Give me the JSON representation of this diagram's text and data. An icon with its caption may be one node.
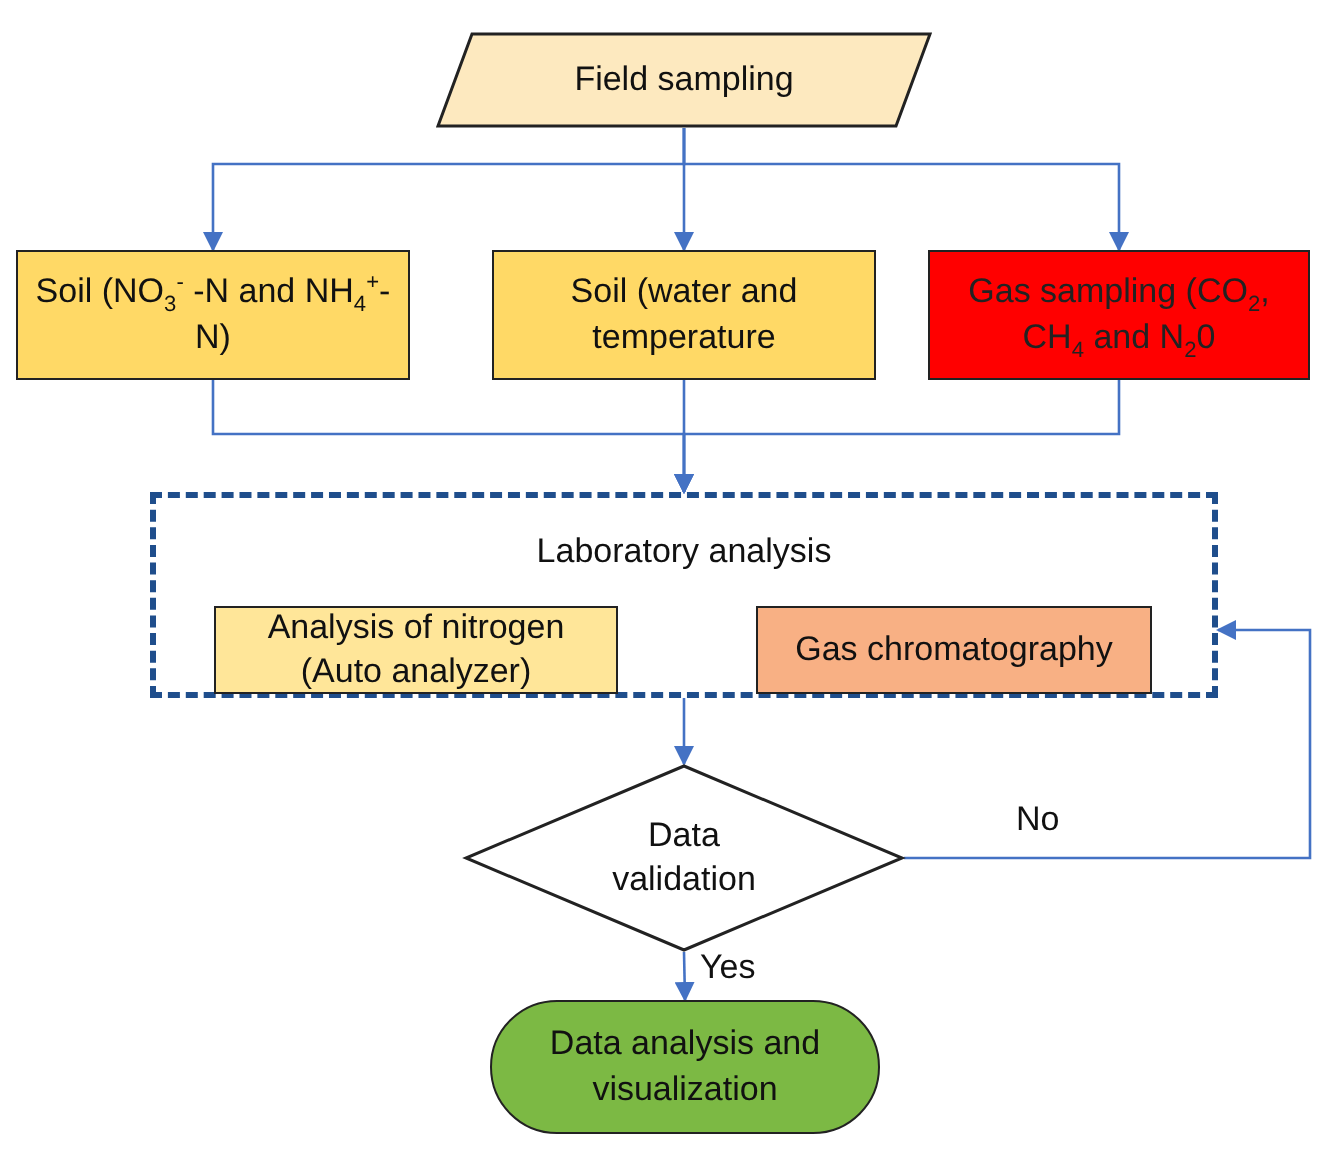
{
  "diagram": {
    "nodes": [
      {
        "text": [
          "Field sampling"
        ]
      },
      {
        "text": [
          "Soil (NO$_{3}$$^{-}$ -N and NH$_{4}$$^{+}$-N)"
        ]
      },
      {
        "text": [
          "Soil (water and temperature"
        ]
      },
      {
        "text": [
          "Gas sampling (CO$_{2}$, CH$_{4}$ and N$_{2}$0"
        ]
      },
      {
        "text": [
          "Laboratory analysis"
        ]
      },
      {
        "text": [
          "Analysis of nitrogen (Auto analyzer)"
        ],
        "in": 4
      },
      {
        "text": [
          "Gas chromatography"
        ],
        "in": 4
      },
      {
        "text": [
          "Data validation"
        ]
      },
      {
        "text": [
          "Data analysis and visualization"
        ]
      }
    ],
    "edges": [
      {
        "from": 0,
        "to": 1,
        "arrow": "to"
      },
      {
        "from": 0,
        "to": 2,
        "arrow": "to"
      },
      {
        "from": 0,
        "to": 3,
        "arrow": "to"
      },
      {
        "from": 1,
        "to": 4,
        "arrow": "to"
      },
      {
        "from": 2,
        "to": 4,
        "arrow": "to"
      },
      {
        "from": 3,
        "to": 4,
        "arrow": "to"
      },
      {
        "from": 4,
        "to": 7,
        "arrow": "to"
      },
      {
        "from": 7,
        "to": 4,
        "arrow": "to",
        "label": "No"
      },
      {
        "from": 7,
        "to": 8,
        "arrow": "to",
        "label": "Yes"
      }
    ]
  }
}
